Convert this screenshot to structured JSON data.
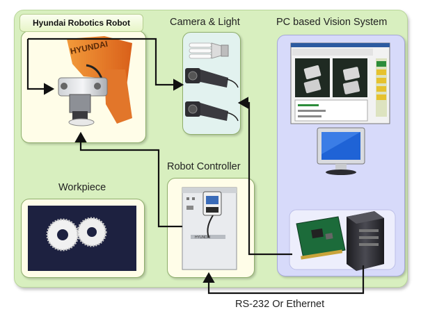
{
  "diagram": {
    "robot_title": "Hyundai Robotics Robot",
    "camera_title": "Camera & Light",
    "vision_title": "PC based Vision System",
    "controller_title": "Robot Controller",
    "workpiece_title": "Workpiece",
    "link_label": "RS-232 Or Ethernet",
    "robot_brand_text": "HYUNDAI",
    "controller_brand_text": "HYUNDAI"
  }
}
